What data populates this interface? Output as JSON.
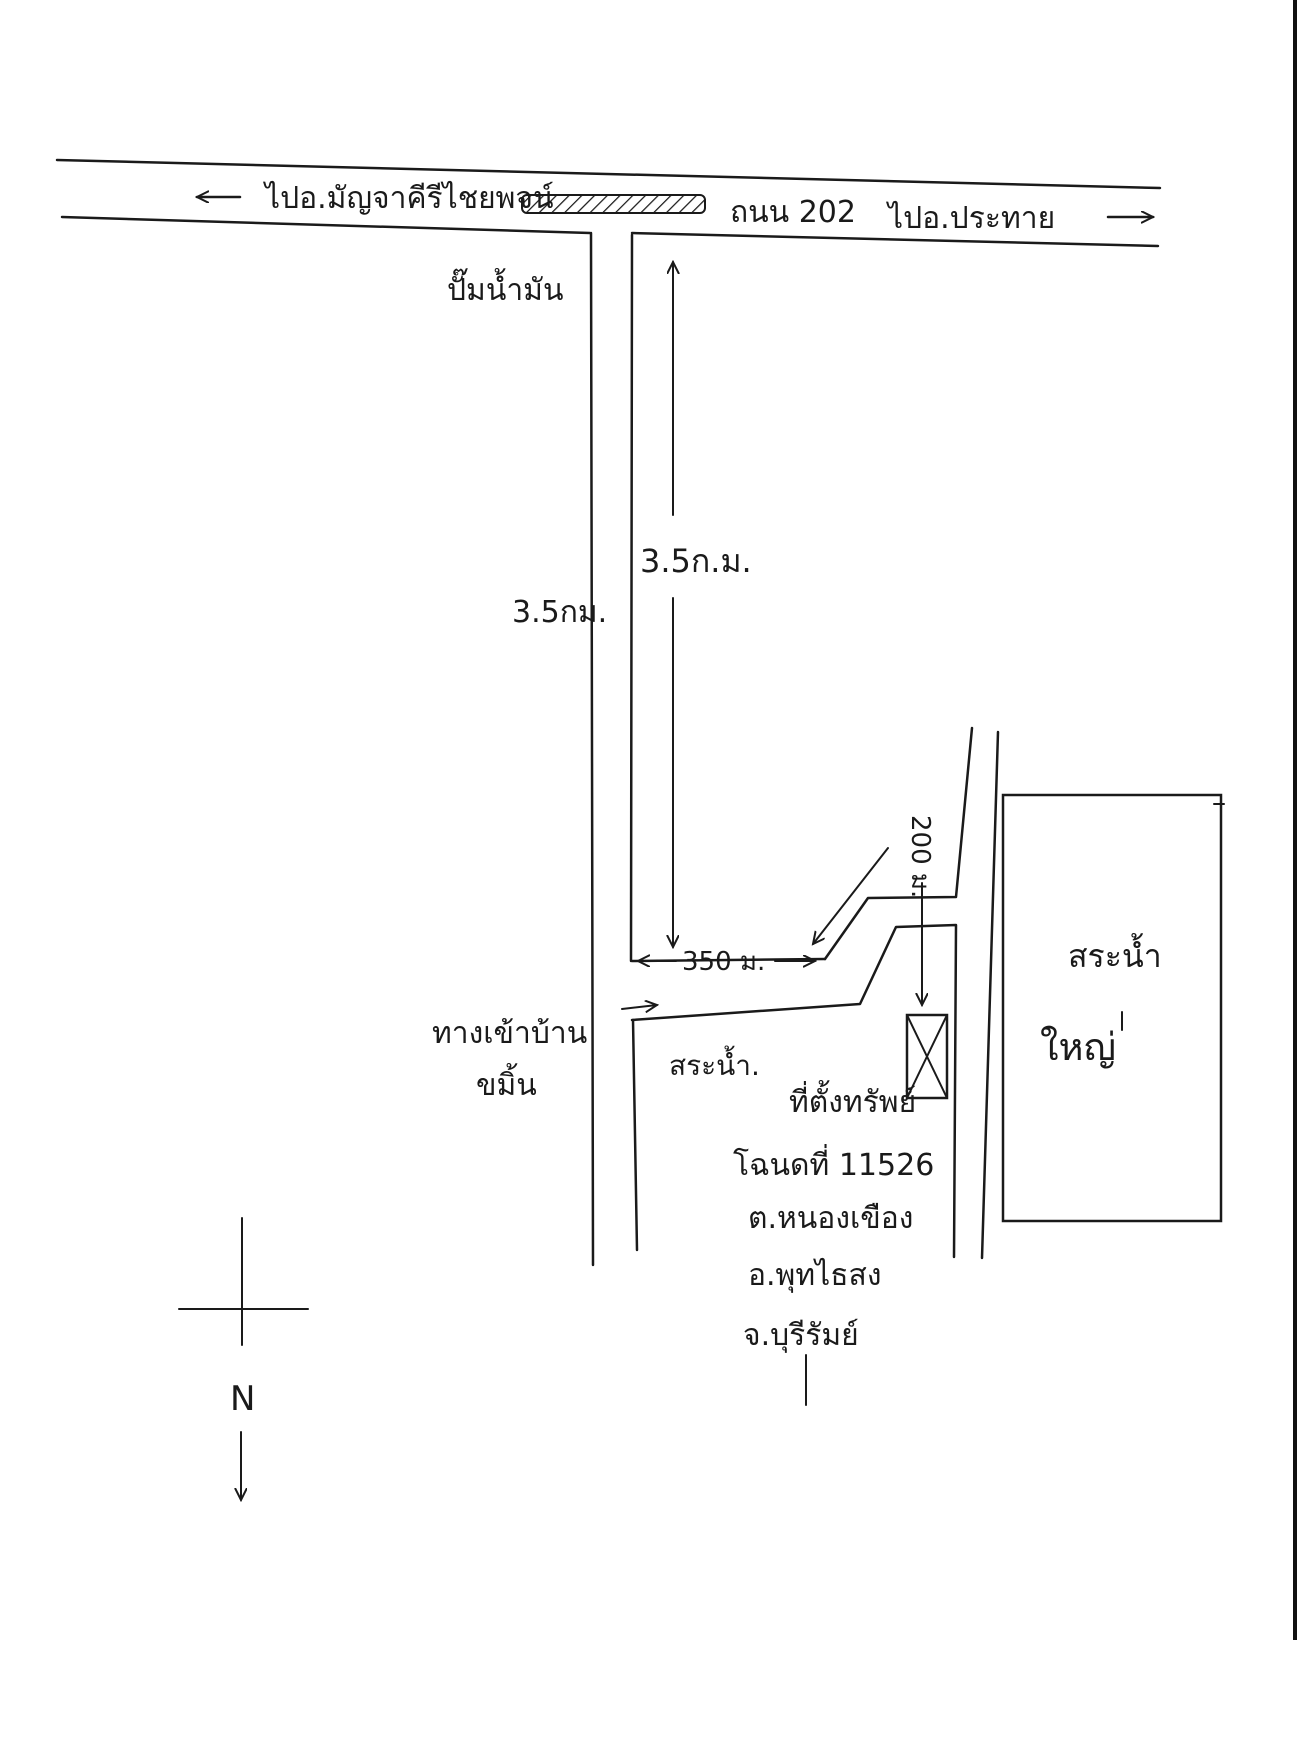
{
  "map": {
    "highway": {
      "to_left": "ไปอ.มัญจาคีรีไชยพจน์",
      "road_name": "ถนน 202",
      "to_right": "ไปอ.ประทาย"
    },
    "landmarks": {
      "gas_station": "ปั๊มน้ำมัน",
      "village_entrance_line1": "ทางเข้าบ้าน",
      "village_entrance_line2": "ขมิ้น",
      "pond_small": "สระน้ำ.",
      "pond_large_line1": "สระน้ำ",
      "pond_large_line2": "ใหญ่"
    },
    "distances": {
      "left_road": "3.5กม.",
      "center": "3.5ก.ม.",
      "horizontal": "350 ม.",
      "diagonal": "200 ม."
    },
    "property": {
      "line1": "ที่ตั้งทรัพย์",
      "line2": "โฉนดที่ 11526",
      "line3": "ต.หนองเขือง",
      "line4": "อ.พุทไธสง",
      "line5": "จ.บุรีรัมย์"
    },
    "compass": {
      "label": "N"
    }
  }
}
